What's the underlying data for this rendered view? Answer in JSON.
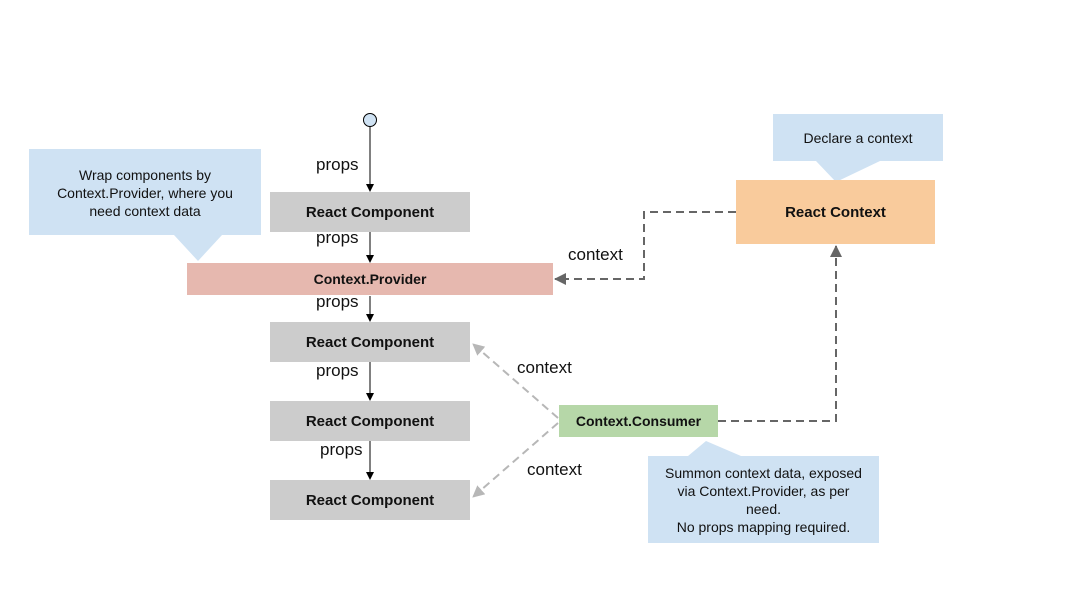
{
  "colors": {
    "component": "#cccccc",
    "provider": "#e6b8af",
    "consumer": "#b6d7a8",
    "context": "#f9cb9c",
    "callout": "#cfe2f3",
    "solid_arrow": "#000000",
    "context_arrow": "#666666",
    "consumer_arrow": "#b7b7b7"
  },
  "nodes": {
    "react_component_1": "React Component",
    "provider": "Context.Provider",
    "react_component_2": "React Component",
    "react_component_3": "React Component",
    "react_component_4": "React Component",
    "react_context": "React Context",
    "consumer": "Context.Consumer"
  },
  "edge_labels": {
    "props_1": "props",
    "props_2": "props",
    "props_3": "props",
    "props_4": "props",
    "props_5": "props",
    "context_to_provider": "context",
    "consumer_to_component_2": "context",
    "consumer_to_component_4": "context"
  },
  "callouts": {
    "provider_note": [
      "Wrap components by",
      "Context.Provider, where you",
      "need context data"
    ],
    "context_note": [
      "Declare a context"
    ],
    "consumer_note": [
      "Summon context data, exposed",
      "via Context.Provider, as per",
      "need.",
      "No props mapping required."
    ]
  }
}
